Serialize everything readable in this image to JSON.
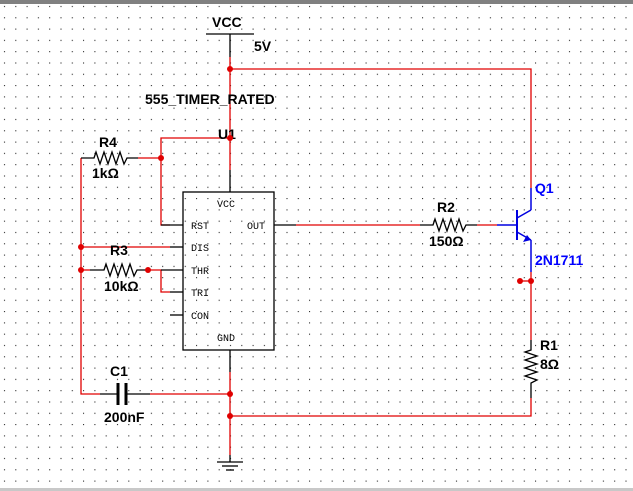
{
  "app": {
    "view": "circuit schematic canvas"
  },
  "colors": {
    "wire": "#e00000",
    "component": "#000000",
    "transistor": "#0000e0",
    "grid_dot": "#000000",
    "background": "#ffffff"
  },
  "power": {
    "vcc": {
      "name": "VCC",
      "value": "5V"
    }
  },
  "ic": {
    "model": "555_TIMER_RATED",
    "ref": "U1",
    "pins": {
      "vcc": "VCC",
      "rst": "RST",
      "dis": "DIS",
      "thr": "THR",
      "tri": "TRI",
      "con": "CON",
      "gnd": "GND",
      "out": "OUT"
    }
  },
  "components": {
    "r4": {
      "ref": "R4",
      "value": "1kΩ"
    },
    "r3": {
      "ref": "R3",
      "value": "10kΩ"
    },
    "r2": {
      "ref": "R2",
      "value": "150Ω"
    },
    "r1": {
      "ref": "R1",
      "value": "8Ω"
    },
    "c1": {
      "ref": "C1",
      "value": "200nF"
    },
    "q1": {
      "ref": "Q1",
      "model": "2N1711"
    }
  },
  "ground": {
    "symbol": "ground-icon"
  }
}
